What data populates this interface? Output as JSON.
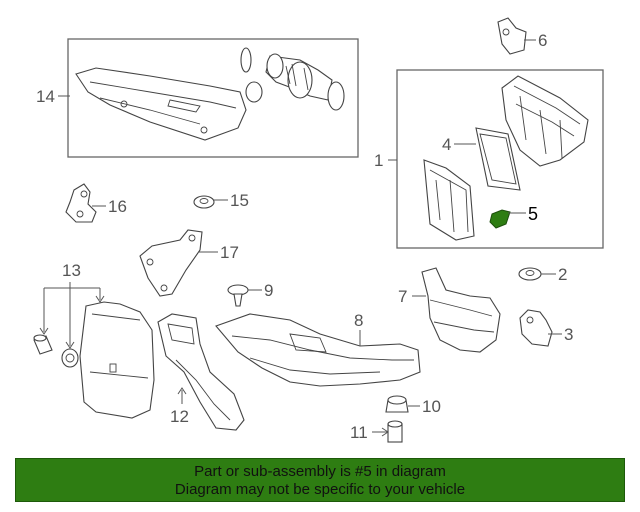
{
  "labels": {
    "p1": "1",
    "p2": "2",
    "p3": "3",
    "p4": "4",
    "p5": "5",
    "p6": "6",
    "p7": "7",
    "p8": "8",
    "p9": "9",
    "p10": "10",
    "p11": "11",
    "p12": "12",
    "p13": "13",
    "p14": "14",
    "p15": "15",
    "p16": "16",
    "p17": "17"
  },
  "highlight": {
    "part": "5",
    "color": "#2e7d12"
  },
  "banner": {
    "line1": "Part or sub-assembly is #5 in diagram",
    "line2": "Diagram may not be specific to your vehicle"
  }
}
